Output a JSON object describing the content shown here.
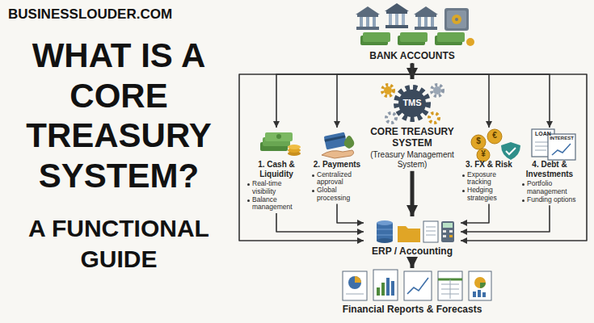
{
  "diagram": {
    "title": "WHAT IS A CORE TREASURY SYSTEM?",
    "nodes": [
      {
        "text": [
          "BANK ACCOUNTS"
        ]
      },
      {
        "text": [
          "1. Cash & Liquidity",
          "Real-time visibility",
          "Balance management"
        ]
      },
      {
        "text": [
          "2. Payments",
          "Centralized approval",
          "Global processing"
        ]
      },
      {
        "text": [
          "CORE TREASURY SYSTEM",
          "(Treasury Management System)"
        ]
      },
      {
        "text": [
          "3. FX & Risk",
          "Exposure tracking",
          "Hedging strategies"
        ]
      },
      {
        "text": [
          "4. Debt & Investments",
          "Portfolio management",
          "Funding options"
        ]
      },
      {
        "text": [
          "ERP / Accounting"
        ]
      },
      {
        "text": [
          "Financial Reports & Forecasts"
        ]
      }
    ],
    "edges": [
      {
        "from": 0,
        "to": 1,
        "arrow": "to"
      },
      {
        "from": 0,
        "to": 2,
        "arrow": "to"
      },
      {
        "from": 0,
        "to": 3,
        "arrow": "to"
      },
      {
        "from": 0,
        "to": 4,
        "arrow": "to"
      },
      {
        "from": 0,
        "to": 5,
        "arrow": "to"
      },
      {
        "from": 0,
        "to": 6,
        "arrow": "to"
      },
      {
        "from": 0,
        "to": 6,
        "arrow": "to"
      },
      {
        "from": 1,
        "to": 6,
        "arrow": "to"
      },
      {
        "from": 2,
        "to": 6,
        "arrow": "to"
      },
      {
        "from": 3,
        "to": 6,
        "arrow": "to"
      },
      {
        "from": 4,
        "to": 6,
        "arrow": "to"
      },
      {
        "from": 5,
        "to": 6,
        "arrow": "to"
      },
      {
        "from": 6,
        "to": 7,
        "arrow": "to"
      }
    ],
    "labels": [
      "BUSINESSLOUDER.COM",
      "A FUNCTIONAL GUIDE",
      "TMS",
      "$",
      "€",
      "¥",
      "LOAN",
      "INTEREST"
    ]
  }
}
